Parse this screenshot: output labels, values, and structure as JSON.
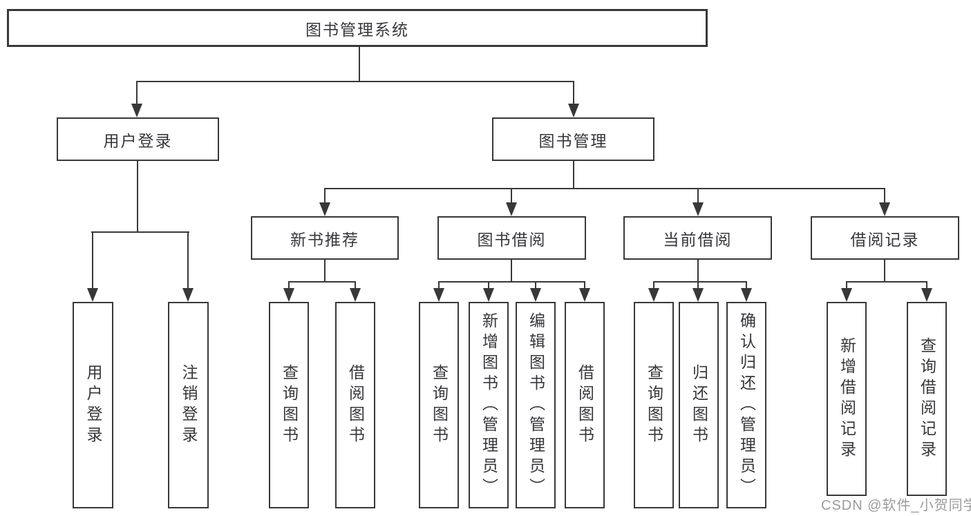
{
  "tree": {
    "root": {
      "label": "图书管理系统"
    },
    "branches": [
      {
        "label": "用户登录",
        "children": [
          "用户登录",
          "注销登录"
        ]
      },
      {
        "label": "图书管理",
        "children": [
          {
            "label": "新书推荐",
            "children": [
              "查询图书",
              "借阅图书"
            ]
          },
          {
            "label": "图书借阅",
            "children": [
              "查询图书",
              "新增图书（管理员）",
              "编辑图书（管理员）",
              "借阅图书"
            ]
          },
          {
            "label": "当前借阅",
            "children": [
              "查询图书",
              "归还图书",
              "确认归还（管理员）"
            ]
          },
          {
            "label": "借阅记录",
            "children": [
              "新增借阅记录",
              "查询借阅记录"
            ]
          }
        ]
      }
    ]
  },
  "watermark": {
    "text": "CSDN @软件_小贺同学"
  },
  "colors": {
    "line": "#383838",
    "text": "#37373b",
    "watermark": "#9b9b9b",
    "background": "#ffffff"
  }
}
